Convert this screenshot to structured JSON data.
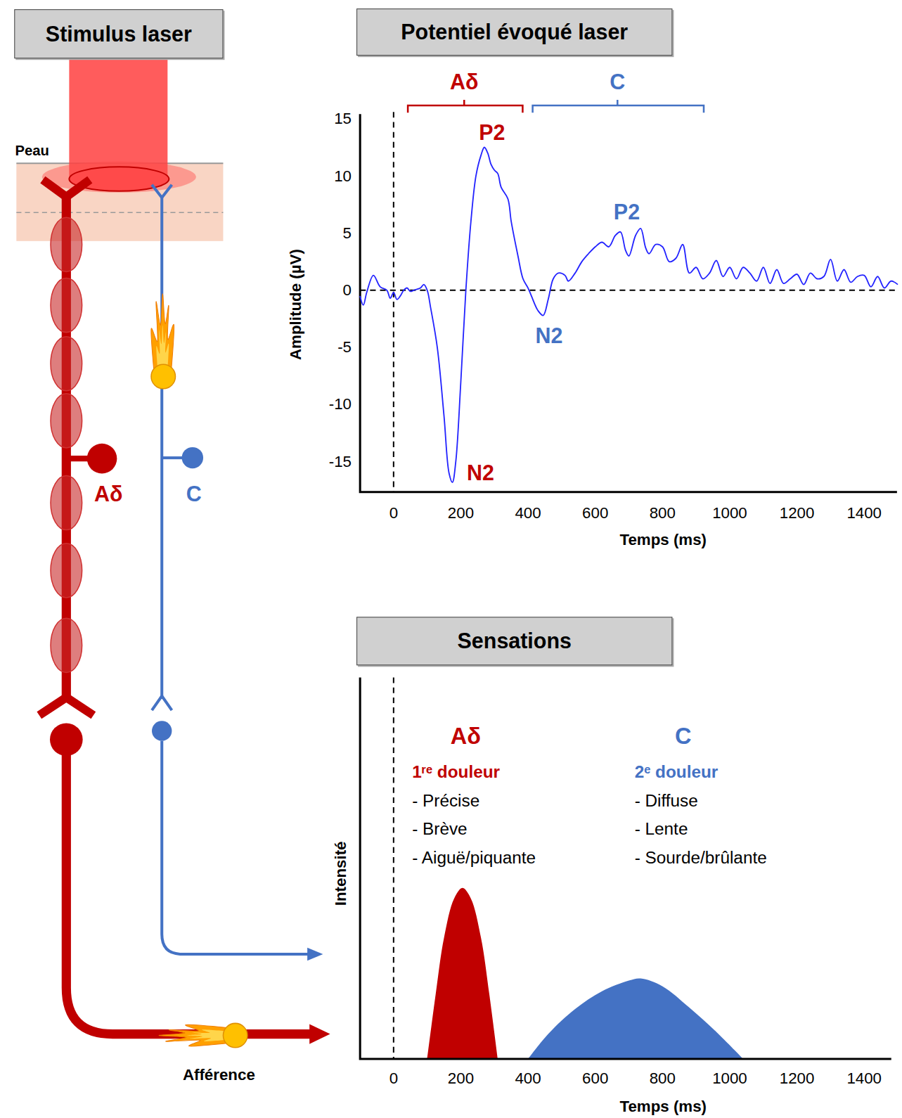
{
  "diagram": {
    "nodes": [
      {
        "text": [
          "Stimulus laser"
        ]
      },
      {
        "text": [
          "Potentiel évoqué laser"
        ]
      },
      {
        "text": [
          "Sensations"
        ]
      }
    ],
    "labels": [
      "Peau",
      "Aδ",
      "C",
      "Afférence",
      "Aδ",
      "C",
      "P2",
      "N2",
      "P2",
      "N2",
      "15",
      "10",
      "5",
      "0",
      "-5",
      "-10",
      "-15",
      "Amplitude (µV)",
      "0",
      "200",
      "400",
      "600",
      "800",
      "1000",
      "1200",
      "1400",
      "Temps (ms)",
      "Aδ",
      "1ʳᵉ douleur",
      "- Précise",
      "- Brève",
      "- Aiguë/piquante",
      "C",
      "2ᵉ douleur",
      "- Diffuse",
      "- Lente",
      "- Sourde/brûlante",
      "Intensité",
      "0",
      "200",
      "400",
      "600",
      "800",
      "1000",
      "1200",
      "1400",
      "Temps (ms)"
    ]
  }
}
